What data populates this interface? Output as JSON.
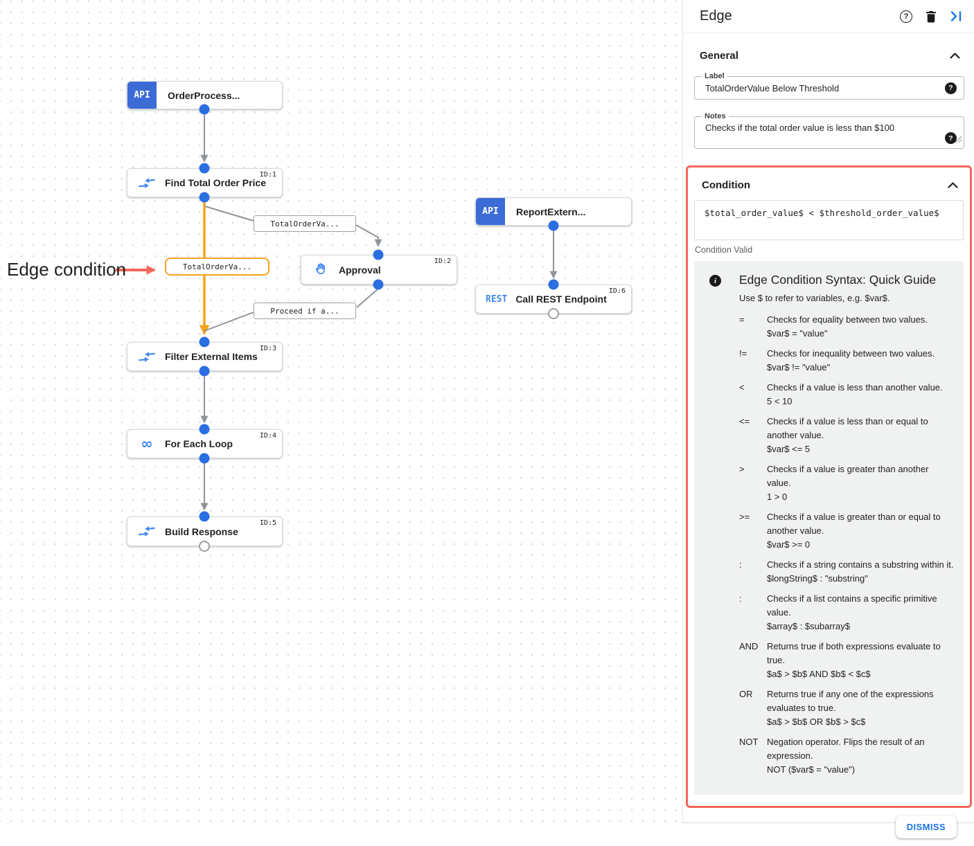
{
  "canvas": {
    "annotation": {
      "text": "Edge condition"
    },
    "nodes": [
      {
        "title": "OrderProcess...",
        "badge": "API"
      },
      {
        "title": "Find Total Order Price",
        "id": "ID:1"
      },
      {
        "title": "Approval",
        "id": "ID:2"
      },
      {
        "title": "ReportExtern...",
        "badge": "API"
      },
      {
        "title": "Call REST Endpoint",
        "id": "ID:6",
        "badge": "REST"
      },
      {
        "title": "Filter External Items",
        "id": "ID:3"
      },
      {
        "title": "For Each Loop",
        "id": "ID:4"
      },
      {
        "title": "Build Response",
        "id": "ID:5"
      }
    ],
    "edge_labels": [
      {
        "text": "TotalOrderVa..."
      },
      {
        "text": "TotalOrderVa...",
        "state": "selected"
      },
      {
        "text": "Proceed if a..."
      }
    ],
    "icons": {
      "infinity": "∞",
      "data_mapping": "converging-arrows",
      "approval": "raised-hand"
    }
  },
  "panel": {
    "title": "Edge",
    "general": {
      "heading": "General",
      "label_field": {
        "label": "Label",
        "value": "TotalOrderValue Below Threshold"
      },
      "notes_field": {
        "label": "Notes",
        "value": "Checks if the total order value is less than $100"
      }
    },
    "condition": {
      "heading": "Condition",
      "expression": "$total_order_value$ < $threshold_order_value$",
      "status": "Condition Valid",
      "guide": {
        "title": "Edge Condition Syntax: Quick Guide",
        "intro": "Use $ to refer to variables, e.g. $var$.",
        "rows": [
          {
            "op": "=",
            "desc": "Checks for equality between two values.",
            "example": "$var$ = \"value\""
          },
          {
            "op": "!=",
            "desc": "Checks for inequality between two values.",
            "example": "$var$ != \"value\""
          },
          {
            "op": "<",
            "desc": "Checks if a value is less than another value.",
            "example": "5 < 10"
          },
          {
            "op": "<=",
            "desc": "Checks if a value is less than or equal to another value.",
            "example": "$var$ <= 5"
          },
          {
            "op": ">",
            "desc": "Checks if a value is greater than another value.",
            "example": "1 > 0"
          },
          {
            "op": ">=",
            "desc": "Checks if a value is greater than or equal to another value.",
            "example": "$var$ >= 0"
          },
          {
            "op": ":",
            "desc": "Checks if a string contains a substring within it.",
            "example": "$longString$ : \"substring\""
          },
          {
            "op": ":",
            "desc": "Checks if a list contains a specific primitive value.",
            "example": "$array$ : $subarray$"
          },
          {
            "op": "AND",
            "desc": "Returns true if both expressions evaluate to true.",
            "example": "$a$ > $b$ AND $b$ < $c$"
          },
          {
            "op": "OR",
            "desc": "Returns true if any one of the expressions evaluates to true.",
            "example": "$a$ > $b$ OR $b$ > $c$"
          },
          {
            "op": "NOT",
            "desc": "Negation operator. Flips the result of an expression.",
            "example": "NOT ($var$ = \"value\")"
          }
        ]
      }
    },
    "dismiss_label": "DISMISS",
    "colors": {
      "accent_blue": "#1a73e8",
      "edge_highlight_orange": "#f5a31b",
      "condition_highlight_red": "#f4665b"
    }
  }
}
